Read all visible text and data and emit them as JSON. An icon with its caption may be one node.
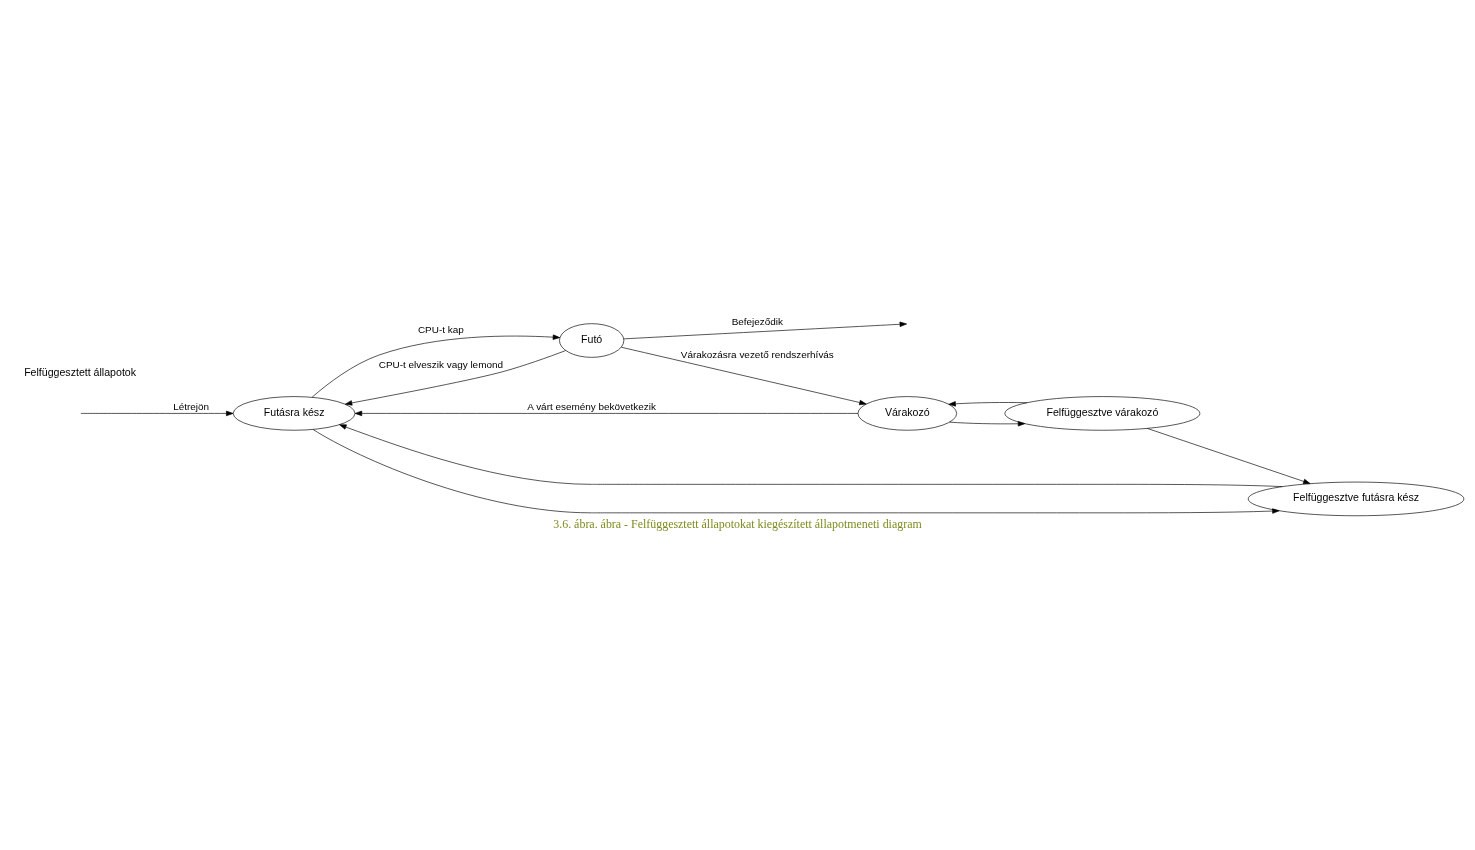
{
  "diagram": {
    "caption": "3.6. ábra. ábra - Felfüggesztett állapotokat kiegészített állapotmeneti diagram",
    "nodes": [
      {
        "text": [
          "Futásra kész"
        ]
      },
      {
        "text": [
          "Futó"
        ]
      },
      {
        "text": [
          "Felfüggesztve futásra kész"
        ]
      },
      {
        "text": [
          "Várakozó"
        ]
      },
      {
        "text": [
          "Felfüggesztve várakozó"
        ]
      }
    ],
    "edges": [
      {
        "from": null,
        "to": 0,
        "arrow": "to",
        "label": "Létrejön"
      },
      {
        "from": 0,
        "to": 1,
        "arrow": "to",
        "label": "CPU-t kap"
      },
      {
        "from": 1,
        "to": 0,
        "arrow": "to",
        "label": "CPU-t elveszik vagy lemond"
      },
      {
        "from": 1,
        "to": null,
        "arrow": "to",
        "label": "Befejeződik"
      },
      {
        "from": 0,
        "to": 2,
        "arrow": "to"
      },
      {
        "from": 2,
        "to": 0,
        "arrow": "to"
      },
      {
        "from": 1,
        "to": 3,
        "arrow": "to",
        "label": "Várakozásra vezető rendszerhívás"
      },
      {
        "from": 3,
        "to": 0,
        "arrow": "to",
        "label": "A várt esemény bekövetkezik"
      },
      {
        "from": 3,
        "to": 4,
        "arrow": "to"
      },
      {
        "from": 4,
        "to": 3,
        "arrow": "to"
      },
      {
        "from": 4,
        "to": 2,
        "arrow": "to"
      }
    ],
    "labels": [
      "Felfüggesztett állapotok"
    ]
  }
}
